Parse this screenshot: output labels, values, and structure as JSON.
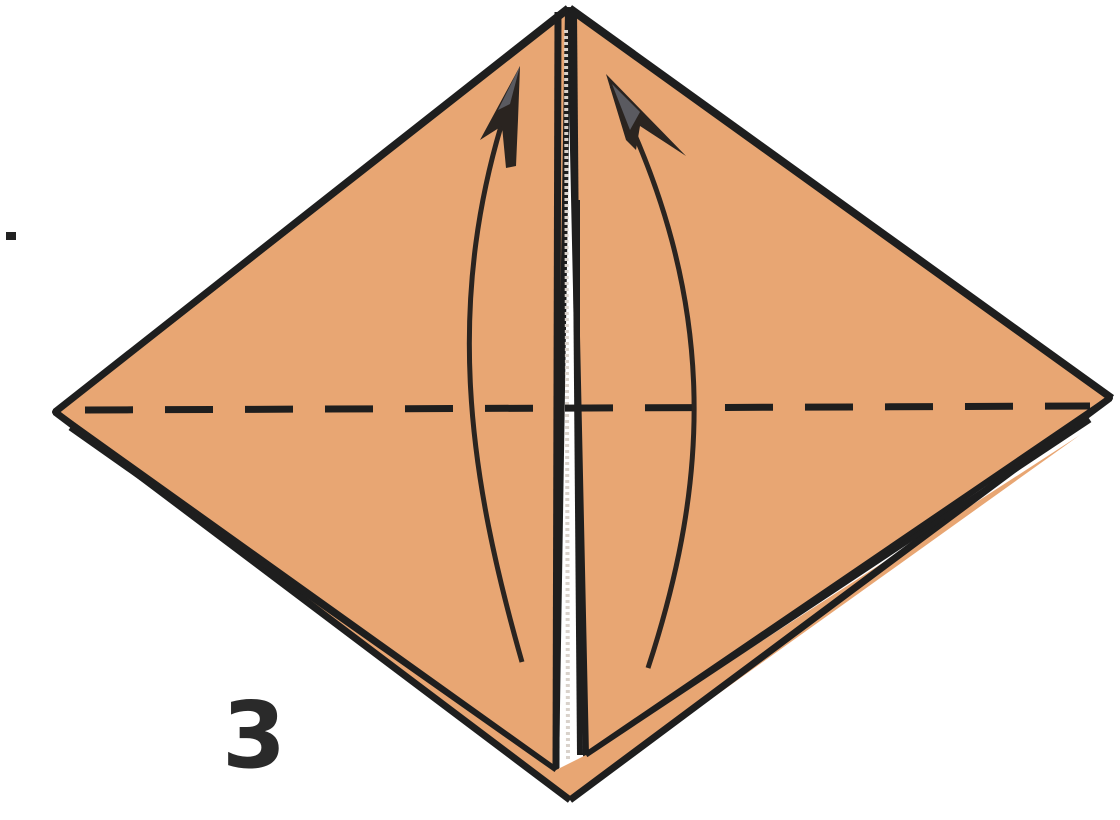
{
  "step": {
    "number": "3"
  },
  "colors": {
    "paper": "#E8A673",
    "outline": "#1e1e1e",
    "arrow": "#2a2420",
    "background": "#ffffff"
  },
  "icons": {
    "fold_arrows": "curved-up-arrow",
    "fold_line": "dashed-valley-fold-line"
  }
}
